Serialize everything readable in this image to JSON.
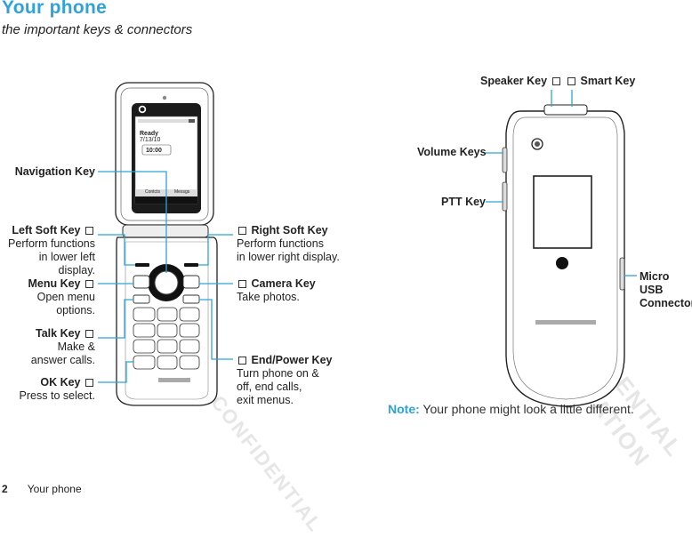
{
  "header": {
    "title": "Your phone",
    "subtitle": "the important keys & connectors"
  },
  "phone_screen": {
    "status": "Ready",
    "date": "7/13/10",
    "time": "10:00",
    "soft_left": "Contcts",
    "soft_right": "Messgs"
  },
  "labels_left": {
    "navigation": {
      "title": "Navigation Key"
    },
    "left_soft": {
      "title": "Left Soft Key",
      "desc1": "Perform functions",
      "desc2": "in lower left display."
    },
    "menu": {
      "title": "Menu Key",
      "desc1": "Open menu options."
    },
    "talk": {
      "title": "Talk Key",
      "desc1": "Make &",
      "desc2": "answer calls."
    },
    "ok": {
      "title": "OK Key",
      "desc1": "Press to select."
    }
  },
  "labels_right": {
    "right_soft": {
      "title": "Right Soft Key",
      "desc1": "Perform functions",
      "desc2": "in lower right display."
    },
    "camera": {
      "title": "Camera Key",
      "desc1": "Take photos."
    },
    "end_power": {
      "title": "End/Power Key",
      "desc1": "Turn phone on &",
      "desc2": "off, end calls,",
      "desc3": "exit menus."
    }
  },
  "labels_closed": {
    "speaker": {
      "title": "Speaker Key"
    },
    "smart": {
      "title": "Smart Key"
    },
    "volume": {
      "title": "Volume Keys"
    },
    "ptt": {
      "title": "PTT Key"
    },
    "usb": {
      "title1": "Micro USB",
      "title2": "Connector"
    }
  },
  "note": {
    "label": "Note:",
    "text": " Your phone might look a little different."
  },
  "footer": {
    "page": "2",
    "section": "Your phone"
  },
  "watermark": {
    "line1": "CONFIDENTIAL",
    "line2": "INFORMATION",
    "line3": "CONFIDENTIAL"
  },
  "colors": {
    "accent": "#2fa3d7"
  }
}
